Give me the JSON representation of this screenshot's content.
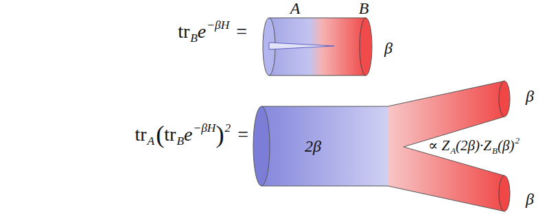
{
  "diagram": {
    "labels": [
      "tr",
      "B",
      "e",
      "−βH",
      "=",
      "A",
      "B",
      "β",
      "tr",
      "A",
      "(",
      "tr",
      "B",
      "e",
      "−βH",
      ")",
      "2",
      "=",
      "2β",
      "β",
      "β",
      "∝ Z",
      "A",
      "(2β)·Z",
      "B",
      "(β)",
      "2"
    ]
  }
}
